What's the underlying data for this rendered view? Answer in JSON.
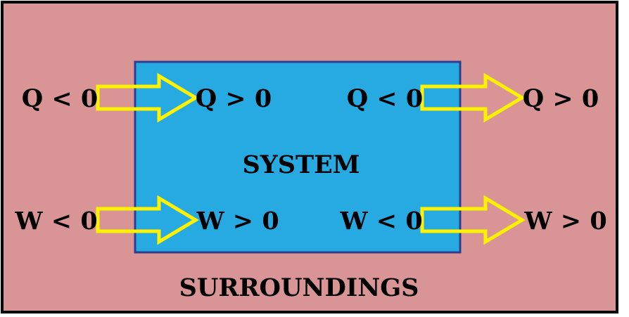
{
  "diagram": {
    "system_label": "SYSTEM",
    "surroundings_label": "SURROUNDINGS",
    "heat": {
      "in_left": "Q < 0",
      "in_right": "Q > 0",
      "out_left": "Q < 0",
      "out_right": "Q > 0"
    },
    "work": {
      "in_left": "W < 0",
      "in_right": "W > 0",
      "out_left": "W < 0",
      "out_right": "W > 0"
    }
  },
  "colors": {
    "surroundings_fill": "#D99595",
    "system_fill": "#27AAE1",
    "system_border": "#2E3D8F",
    "arrow_outline": "#FFF200",
    "outer_border": "#000000"
  }
}
